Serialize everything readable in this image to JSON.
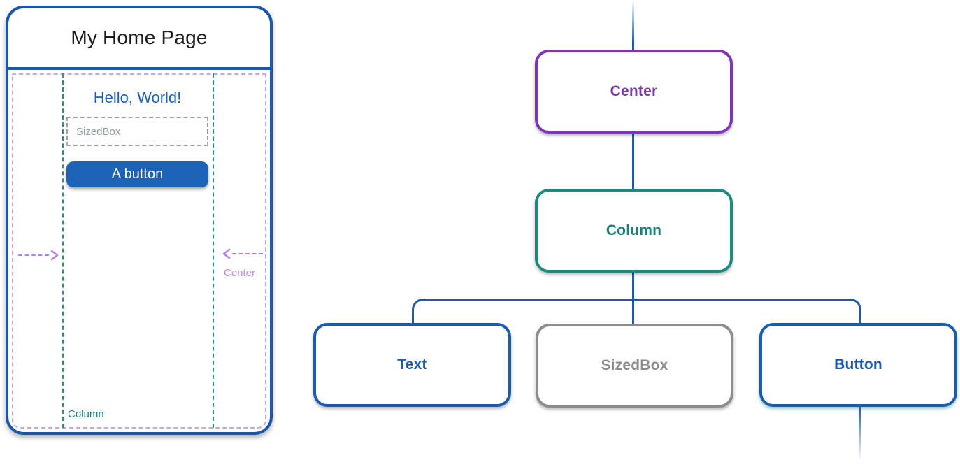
{
  "colors": {
    "blue_accent": "#1A5CB0",
    "connector_blue": "#1E5AA8",
    "button_fill_blue": "#1C63B7",
    "purple_accent": "#7C38AD",
    "teal_accent": "#1B8B80",
    "gray_accent": "#8C8C8C",
    "lavender_dashed": "#C9A6E9",
    "teal_dashed": "#2E8F86",
    "arrow_purple": "#B483DE"
  },
  "phone": {
    "title": "My Home Page",
    "hello_text": "Hello, World!",
    "sizedbox_placeholder": "SizedBox",
    "button_label": "A button",
    "center_annotation": "Center",
    "column_annotation": "Column"
  },
  "tree": {
    "nodes": [
      {
        "label": "Center",
        "color": "#7C38AD"
      },
      {
        "label": "Column",
        "color": "#17827A"
      },
      {
        "label": "Text",
        "color": "#1A5CB0"
      },
      {
        "label": "SizedBox",
        "color": "#8C8C8C"
      },
      {
        "label": "Button",
        "color": "#1A5CB0"
      }
    ]
  }
}
